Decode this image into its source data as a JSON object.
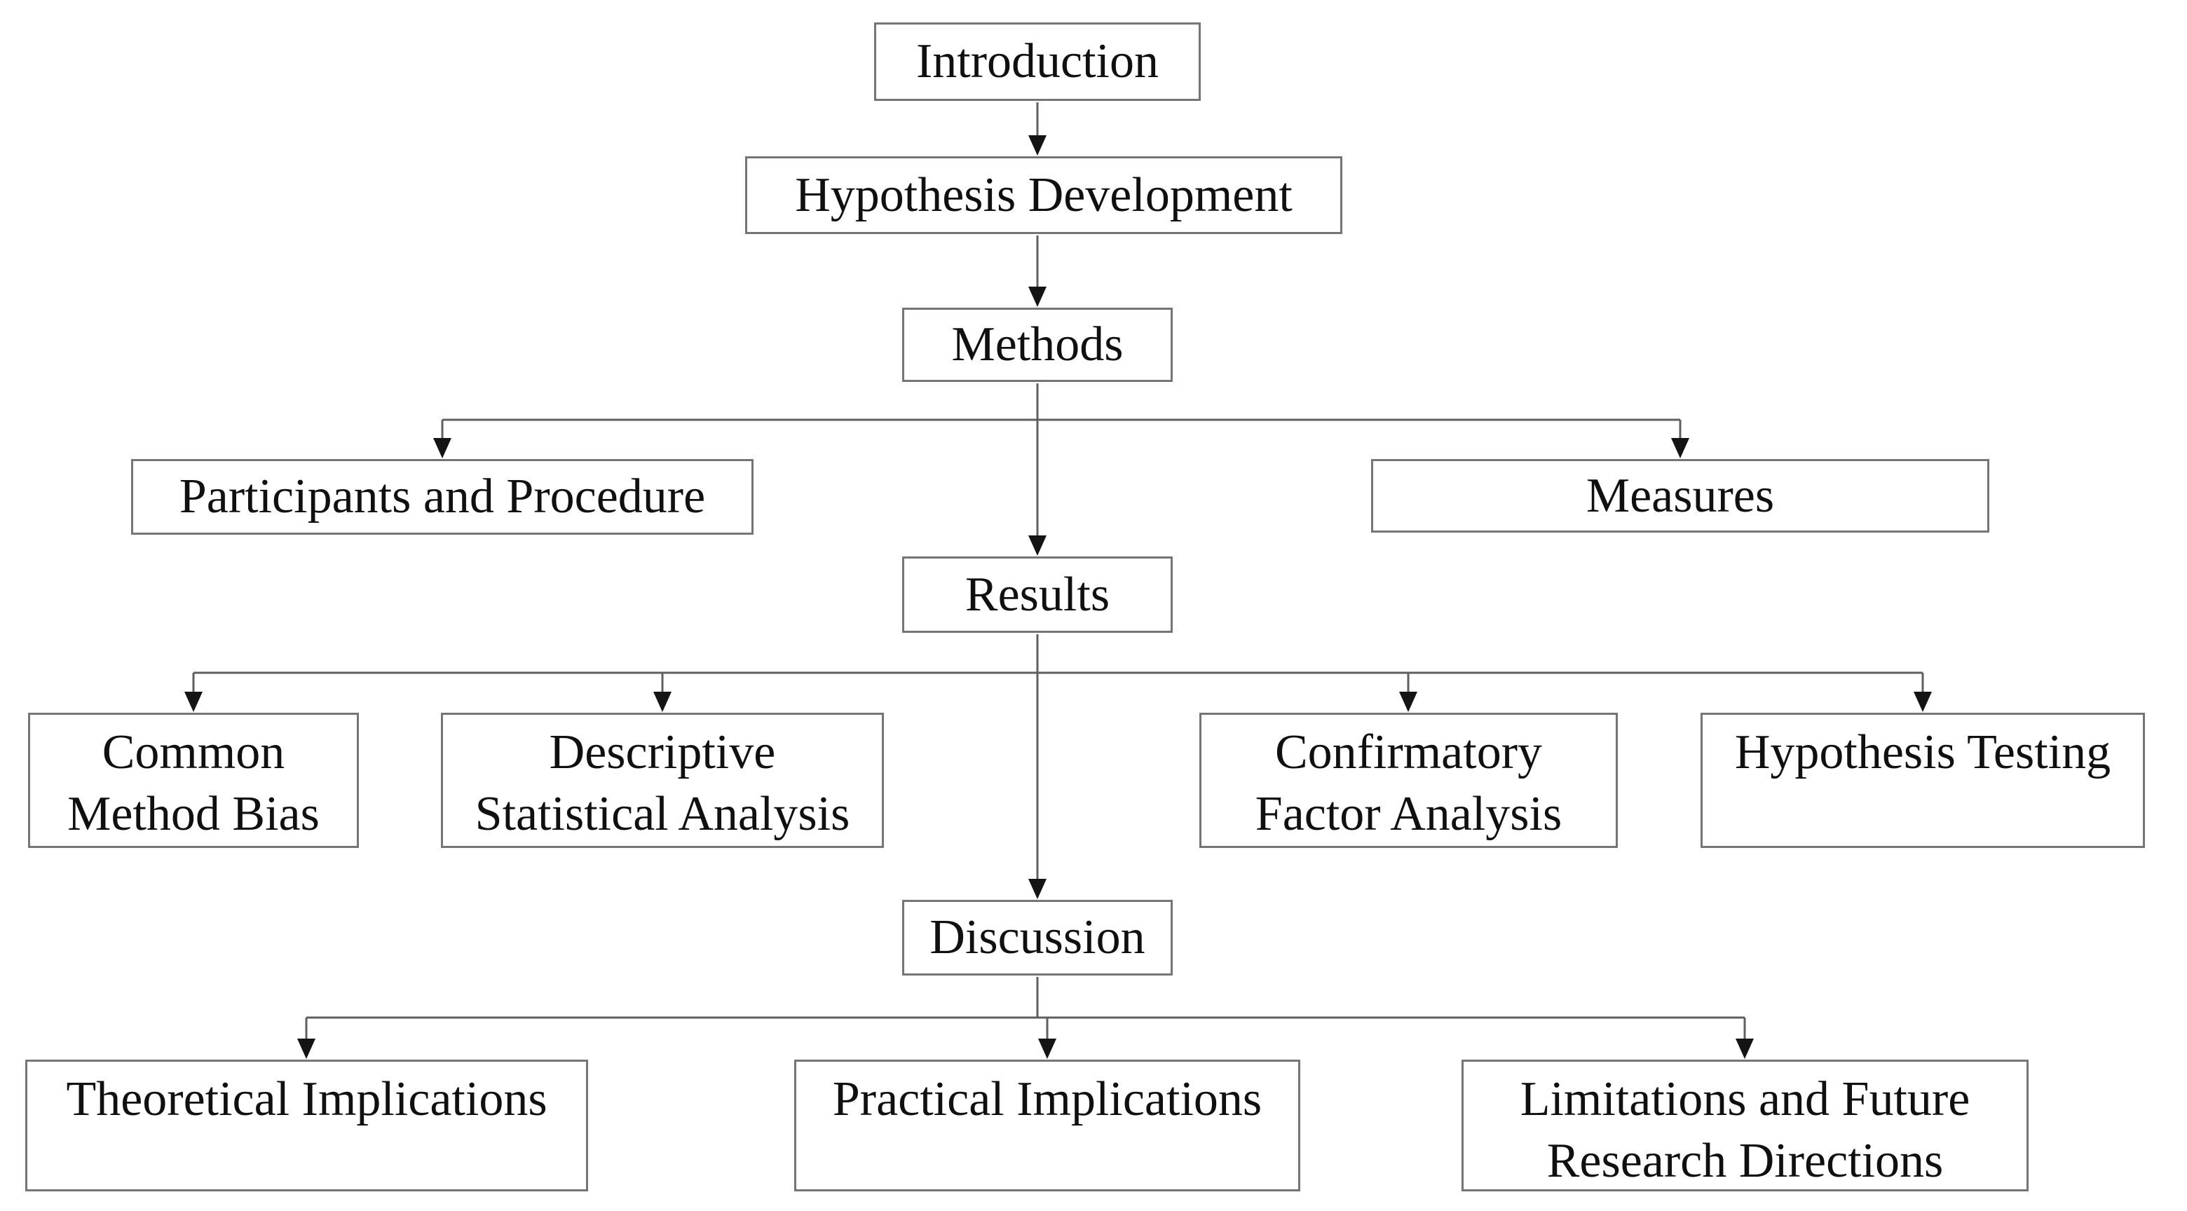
{
  "diagram": {
    "type": "flowchart",
    "description": "Structure of a research article from Introduction through Discussion",
    "background_color": "#ffffff",
    "box_fill": "#ffffff",
    "box_border_color": "#757575",
    "connector_color": "#5f5f5f",
    "arrowhead_color": "#141414",
    "text_color": "#101010"
  },
  "nodes": {
    "introduction": {
      "label": "Introduction"
    },
    "hypothesis_development": {
      "label": "Hypothesis Development"
    },
    "methods": {
      "label": "Methods"
    },
    "participants": {
      "label": "Participants and Procedure"
    },
    "measures": {
      "label": "Measures"
    },
    "results": {
      "label": "Results"
    },
    "common_method_bias": {
      "label": "Common Method Bias",
      "lines": [
        "Common",
        "Method Bias"
      ]
    },
    "descriptive": {
      "label": "Descriptive Statistical Analysis",
      "lines": [
        "Descriptive",
        "Statistical Analysis"
      ]
    },
    "confirmatory": {
      "label": "Confirmatory Factor Analysis",
      "lines": [
        "Confirmatory",
        "Factor Analysis"
      ]
    },
    "hypothesis_testing": {
      "label": "Hypothesis Testing"
    },
    "discussion": {
      "label": "Discussion"
    },
    "theoretical": {
      "label": "Theoretical Implications"
    },
    "practical": {
      "label": "Practical Implications"
    },
    "limitations": {
      "label": "Limitations and Future Research Directions",
      "lines": [
        "Limitations and Future",
        "Research Directions"
      ]
    }
  },
  "edges": [
    {
      "from": "Introduction",
      "to": "Hypothesis Development"
    },
    {
      "from": "Hypothesis Development",
      "to": "Methods"
    },
    {
      "from": "Methods",
      "to": "Participants and Procedure"
    },
    {
      "from": "Methods",
      "to": "Measures"
    },
    {
      "from": "Methods",
      "to": "Results"
    },
    {
      "from": "Results",
      "to": "Common Method Bias"
    },
    {
      "from": "Results",
      "to": "Descriptive Statistical Analysis"
    },
    {
      "from": "Results",
      "to": "Confirmatory Factor Analysis"
    },
    {
      "from": "Results",
      "to": "Hypothesis Testing"
    },
    {
      "from": "Results",
      "to": "Discussion"
    },
    {
      "from": "Discussion",
      "to": "Theoretical Implications"
    },
    {
      "from": "Discussion",
      "to": "Practical Implications"
    },
    {
      "from": "Discussion",
      "to": "Limitations and Future Research Directions"
    }
  ]
}
